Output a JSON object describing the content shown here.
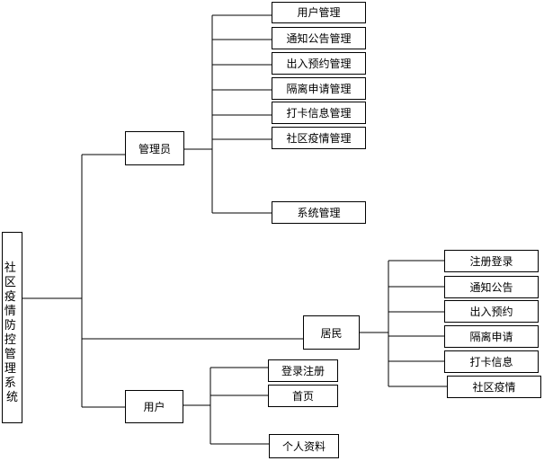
{
  "diagram": {
    "root": "社区疫情防控管理系统",
    "branches": [
      {
        "label": "管理员",
        "children": [
          "用户管理",
          "通知公告管理",
          "出入预约管理",
          "隔离申请管理",
          "打卡信息管理",
          "社区疫情管理",
          "系统管理"
        ]
      },
      {
        "label": "居民",
        "children": [
          "注册登录",
          "通知公告",
          "出入预约",
          "隔离申请",
          "打卡信息",
          "社区疫情"
        ]
      },
      {
        "label": "用户",
        "children": [
          "登录注册",
          "首页",
          "个人资料"
        ]
      }
    ]
  }
}
